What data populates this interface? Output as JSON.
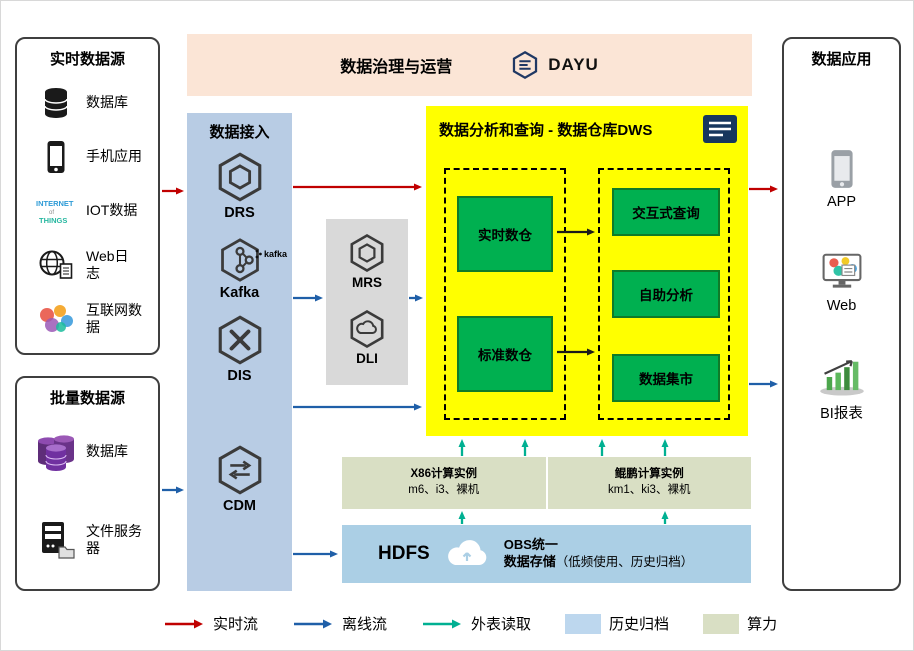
{
  "colors": {
    "realtime_flow": "#c00000",
    "offline_flow": "#1f5fa8",
    "external_read": "#00b092",
    "history_archive": "#bdd7ee",
    "compute_power": "#d9dfc4",
    "dws_background": "#ffff00",
    "green_module": "#00b050",
    "banner_background": "#fbe5d6",
    "ingestion_background": "#b8cce4"
  },
  "banner": {
    "title": "数据治理与运营",
    "logo_text": "DAYU"
  },
  "realtime_sources": {
    "title": "实时数据源",
    "items": [
      {
        "label": "数据库",
        "icon": "database-icon"
      },
      {
        "label": "手机应用",
        "icon": "mobile-icon"
      },
      {
        "label": "IOT数据",
        "icon": "iot-icon"
      },
      {
        "label": "Web日志",
        "icon": "web-log-icon"
      },
      {
        "label": "互联网数据",
        "icon": "internet-data-icon"
      }
    ]
  },
  "batch_sources": {
    "title": "批量数据源",
    "items": [
      {
        "label": "数据库",
        "icon": "purple-database-icon"
      },
      {
        "label": "文件服务器",
        "icon": "file-server-icon"
      }
    ]
  },
  "ingestion": {
    "title": "数据接入",
    "items": [
      {
        "label": "DRS"
      },
      {
        "label": "Kafka",
        "badge": "kafka"
      },
      {
        "label": "DIS"
      },
      {
        "label": "CDM"
      }
    ]
  },
  "middleware": {
    "items": [
      {
        "label": "MRS"
      },
      {
        "label": "DLI"
      }
    ]
  },
  "dws": {
    "title": "数据分析和查询 - 数据仓库DWS",
    "warehouses": [
      {
        "label": "实时数仓"
      },
      {
        "label": "标准数仓"
      }
    ],
    "services": [
      {
        "label": "交互式查询"
      },
      {
        "label": "自助分析"
      },
      {
        "label": "数据集市"
      }
    ]
  },
  "compute": {
    "x86": {
      "title": "X86计算实例",
      "subtitle": "m6、i3、裸机"
    },
    "kunpeng": {
      "title": "鲲鹏计算实例",
      "subtitle": "km1、ki3、裸机"
    }
  },
  "storage": {
    "hdfs": "HDFS",
    "obs_line1": "OBS统一",
    "obs_line2": "数据存储",
    "obs_note": "（低频使用、历史归档）"
  },
  "applications": {
    "title": "数据应用",
    "items": [
      {
        "label": "APP"
      },
      {
        "label": "Web"
      },
      {
        "label": "BI报表"
      }
    ]
  },
  "legend": {
    "items": [
      {
        "label": "实时流",
        "type": "arrow",
        "color": "#c00000"
      },
      {
        "label": "离线流",
        "type": "arrow",
        "color": "#1f5fa8"
      },
      {
        "label": "外表读取",
        "type": "arrow",
        "color": "#00b092"
      },
      {
        "label": "历史归档",
        "type": "swatch",
        "color": "#bdd7ee"
      },
      {
        "label": "算力",
        "type": "swatch",
        "color": "#d9dfc4"
      }
    ]
  }
}
